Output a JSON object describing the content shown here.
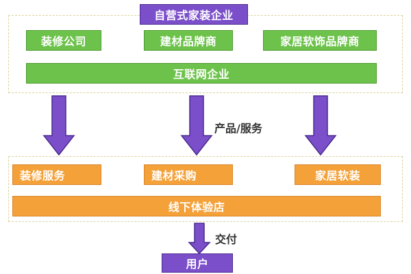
{
  "top": {
    "title": "自营式家装企业",
    "items": [
      "装修公司",
      "建材品牌商",
      "家居软饰品牌商"
    ],
    "bar": "互联网企业"
  },
  "flow_label_1": "产品/服务",
  "bottom": {
    "items": [
      "装修服务",
      "建材采购",
      "家居软装"
    ],
    "bar": "线下体验店"
  },
  "flow_label_2": "交付",
  "end": "用户",
  "colors": {
    "green": "#6cc24a",
    "orange": "#f4a13a",
    "purple": "#7b4fc9",
    "dashed_border": "#d9d39a"
  }
}
